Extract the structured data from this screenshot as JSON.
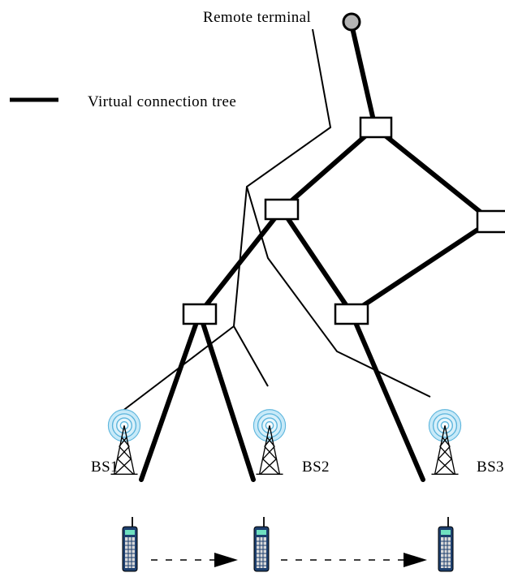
{
  "labels": {
    "remote_terminal": "Remote terminal",
    "legend": "Virtual connection tree",
    "bs1": "BS1",
    "bs2": "BS2",
    "bs3": "BS3"
  },
  "colors": {
    "terminal_fill": "#b4b4b4",
    "antenna_wave": "#5ab4dc",
    "antenna_glow": "#bfe6f7",
    "phone_body": "#1d3f6e",
    "phone_screen": "#6fe0c0",
    "phone_keys": "#d9d9d9"
  },
  "icons": [
    "base-station-antenna-icon",
    "mobile-phone-icon",
    "arrow-right-icon",
    "remote-terminal-node-icon"
  ]
}
